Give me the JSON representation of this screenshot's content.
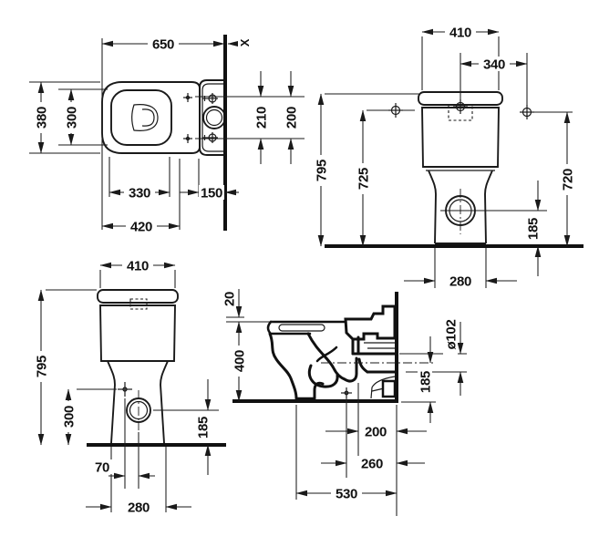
{
  "drawing_title": "toilet-technical-dimension-drawing",
  "colors": {
    "line": "#1a1a1a",
    "background": "#ffffff"
  },
  "views": {
    "plan": {
      "label": "plan-view",
      "dims": {
        "d650": "650",
        "d380": "380",
        "d300": "300",
        "d210": "210",
        "d200": "200",
        "d330": "330",
        "d150": "150",
        "d420": "420",
        "wall_mark": "X"
      }
    },
    "front": {
      "label": "front-view",
      "dims": {
        "d410": "410",
        "d340": "340",
        "d795": "795",
        "d725": "725",
        "d720": "720",
        "d185": "185",
        "d280": "280"
      }
    },
    "rear": {
      "label": "rear-view",
      "dims": {
        "d410": "410",
        "d795": "795",
        "d300": "300",
        "d185": "185",
        "d70": "70",
        "d280": "280"
      }
    },
    "side": {
      "label": "side-section-view",
      "dims": {
        "d20": "20",
        "d400": "400",
        "dia102": "ø102",
        "d185": "185",
        "d200": "200",
        "d260": "260",
        "d530": "530"
      }
    }
  }
}
